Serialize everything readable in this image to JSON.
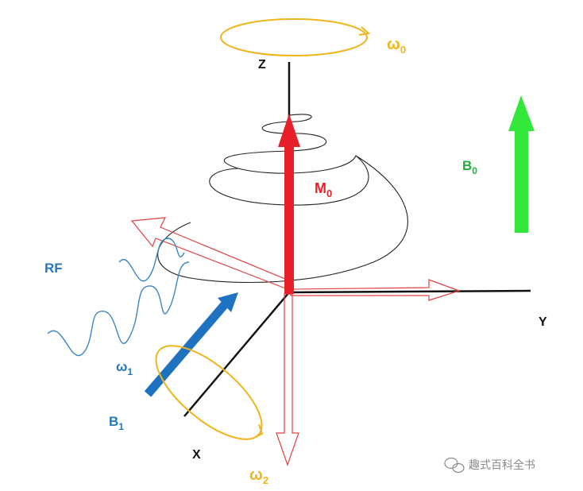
{
  "labels": {
    "z_axis": "Z",
    "y_axis": "Y",
    "x_axis": "X",
    "omega0": "ω",
    "omega0_sub": "0",
    "b0": "B",
    "b0_sub": "0",
    "m0": "M",
    "m0_sub": "0",
    "rf": "RF",
    "omega1": "ω",
    "omega1_sub": "1",
    "b1": "B",
    "b1_sub": "1",
    "omega2": "ω",
    "omega2_sub": "2"
  },
  "watermark": {
    "text": "趣式百科全书",
    "icon": "wechat-icon"
  },
  "colors": {
    "axis": "#111111",
    "magnetization": "#e8202a",
    "field_b0": "#33e83a",
    "field_b1": "#1f72c0",
    "rotation": "#f0b41c",
    "rf_wave": "#3a86c8",
    "precession_spiral": "#222222",
    "flip_outline": "#e04040"
  }
}
